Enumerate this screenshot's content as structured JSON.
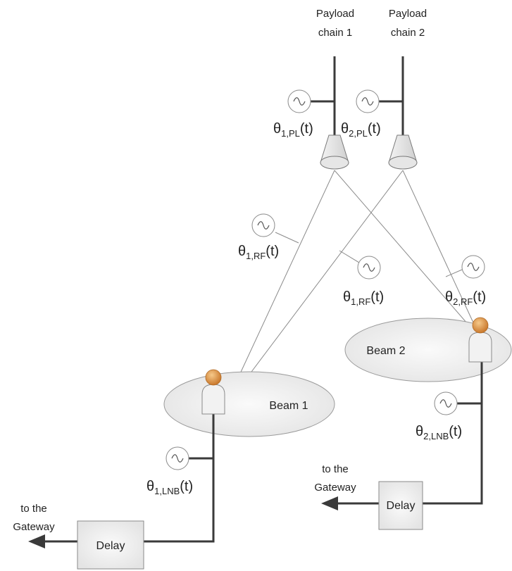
{
  "payload_chains": [
    {
      "line1": "Payload",
      "line2": "chain 1"
    },
    {
      "line1": "Payload",
      "line2": "chain 2"
    }
  ],
  "phase_labels": {
    "pl1": {
      "sym": "θ",
      "sub": "1,PL",
      "suffix": "(t)"
    },
    "pl2": {
      "sym": "θ",
      "sub": "2,PL",
      "suffix": "(t)"
    },
    "rf1a": {
      "sym": "θ",
      "sub": "1,RF",
      "suffix": "(t)"
    },
    "rf1b": {
      "sym": "θ",
      "sub": "1,RF",
      "suffix": "(t)"
    },
    "rf2": {
      "sym": "θ",
      "sub": "2,RF",
      "suffix": "(t)"
    },
    "lnb1": {
      "sym": "θ",
      "sub": "1,LNB",
      "suffix": "(t)"
    },
    "lnb2": {
      "sym": "θ",
      "sub": "2,LNB",
      "suffix": "(t)"
    }
  },
  "beams": {
    "beam1": "Beam 1",
    "beam2": "Beam 2"
  },
  "delay_label": "Delay",
  "gateway": {
    "line1": "to the",
    "line2": "Gateway"
  },
  "colors": {
    "stroke": "#3a3a3a",
    "thin": "#8a8a8a",
    "beam_fill": "#efefef",
    "head": "#e0a050"
  }
}
